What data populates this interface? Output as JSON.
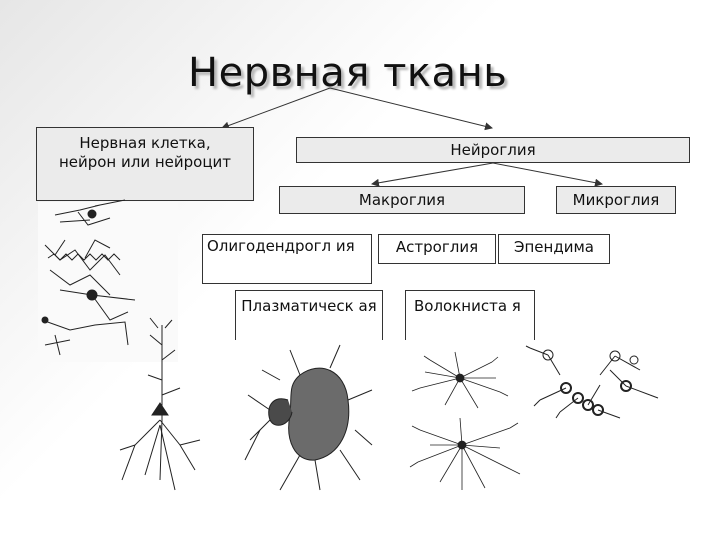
{
  "title": "Нервная ткань",
  "nodes": {
    "neuron": "Нервная клетка, нейрон или нейроцит",
    "neuroglia": "Нейроглия",
    "macroglia": "Макроглия",
    "microglia": "Микроглия",
    "oligodendroglia": "Олигодендрогл ия",
    "astroglia": "Астроглия",
    "ependyma": "Эпендима",
    "plasmatic": "Плазматическ ая",
    "fibrous": "Волокниста я"
  },
  "edges": [
    [
      "title",
      "neuron"
    ],
    [
      "title",
      "neuroglia"
    ],
    [
      "neuroglia",
      "macroglia"
    ],
    [
      "neuroglia",
      "microglia"
    ]
  ],
  "illustrations": [
    "neuron-drawings-icon",
    "pyramidal-neuron-icon",
    "plasmatic-astrocyte-icon",
    "fibrous-astrocyte-icon",
    "microglia-cells-icon"
  ]
}
